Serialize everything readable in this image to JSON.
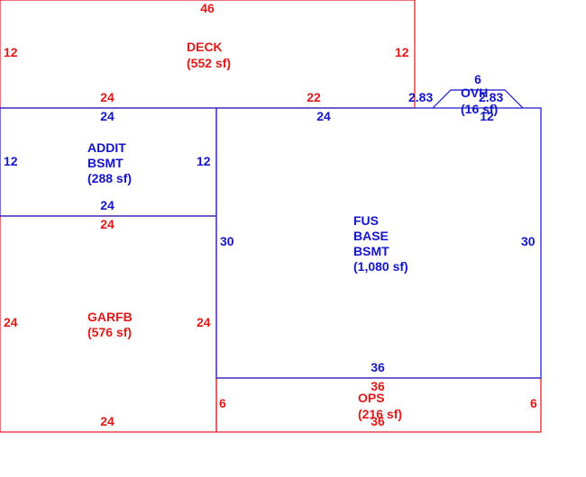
{
  "colors": {
    "red": "#e01818",
    "blue": "#1414c8"
  },
  "areas": {
    "deck": {
      "name": "DECK",
      "area": "(552 sf)"
    },
    "addit": {
      "name_1": "ADDIT",
      "name_2": "BSMT",
      "area": "(288 sf)"
    },
    "garfb": {
      "name": "GARFB",
      "area": "(576 sf)"
    },
    "fus": {
      "name_1": "FUS",
      "name_2": "BASE",
      "name_3": "BSMT",
      "area": "(1,080 sf)"
    },
    "ops": {
      "name": "OPS",
      "area": "(216 sf)"
    },
    "ovh": {
      "name": "OVH",
      "area": "(16 sf)"
    }
  },
  "dimensions": {
    "deck_top": "46",
    "deck_left": "12",
    "deck_right": "12",
    "deck_bottom_left": "24",
    "deck_bottom_right": "22",
    "addit_top": "24",
    "addit_left": "12",
    "addit_right": "12",
    "addit_bottom": "24",
    "garfb_top": "24",
    "garfb_left": "24",
    "garfb_right": "24",
    "garfb_bottom": "24",
    "fus_top": "24",
    "fus_left": "30",
    "fus_right": "30",
    "fus_bottom": "36",
    "ops_top": "36",
    "ops_left": "6",
    "ops_right": "6",
    "ops_bottom": "36",
    "ovh_top": "6",
    "ovh_left": "2.83",
    "ovh_right": "2.83",
    "ovh_bottom": "12"
  }
}
